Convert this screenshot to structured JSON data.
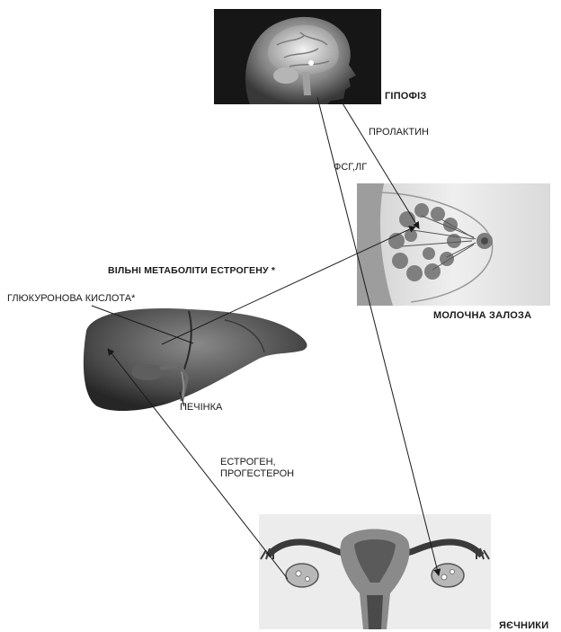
{
  "organs": {
    "pituitary": {
      "label": "ГІПОФІЗ",
      "icon": "head-brain-illustration"
    },
    "breast": {
      "label": "МОЛОЧНА ЗАЛОЗА",
      "icon": "mammary-gland-illustration"
    },
    "liver": {
      "label": "ПЕЧІНКА",
      "icon": "liver-illustration"
    },
    "ovaries": {
      "label": "ЯЄЧНИКИ",
      "icon": "uterus-ovaries-illustration"
    }
  },
  "hormones": {
    "prolactin": "ПРОЛАКТИН",
    "fsh_lh": "ФСГ,ЛГ",
    "estrogen_progesterone": "ЕСТРОГЕН,\nПРОГЕСТЕРОН"
  },
  "metabolites": {
    "free_estrogen_metabolites": "ВІЛЬНІ МЕТАБОЛІТИ ЕСТРОГЕНУ *",
    "glucuronic_acid": "ГЛЮКУРОНОВА КИСЛОТА*"
  },
  "colors": {
    "arrow": "#1a1a1a",
    "panel_dark": "#1c1c1c",
    "skin": "#e4e4e4",
    "organ_gray": "#5a5a5a"
  }
}
